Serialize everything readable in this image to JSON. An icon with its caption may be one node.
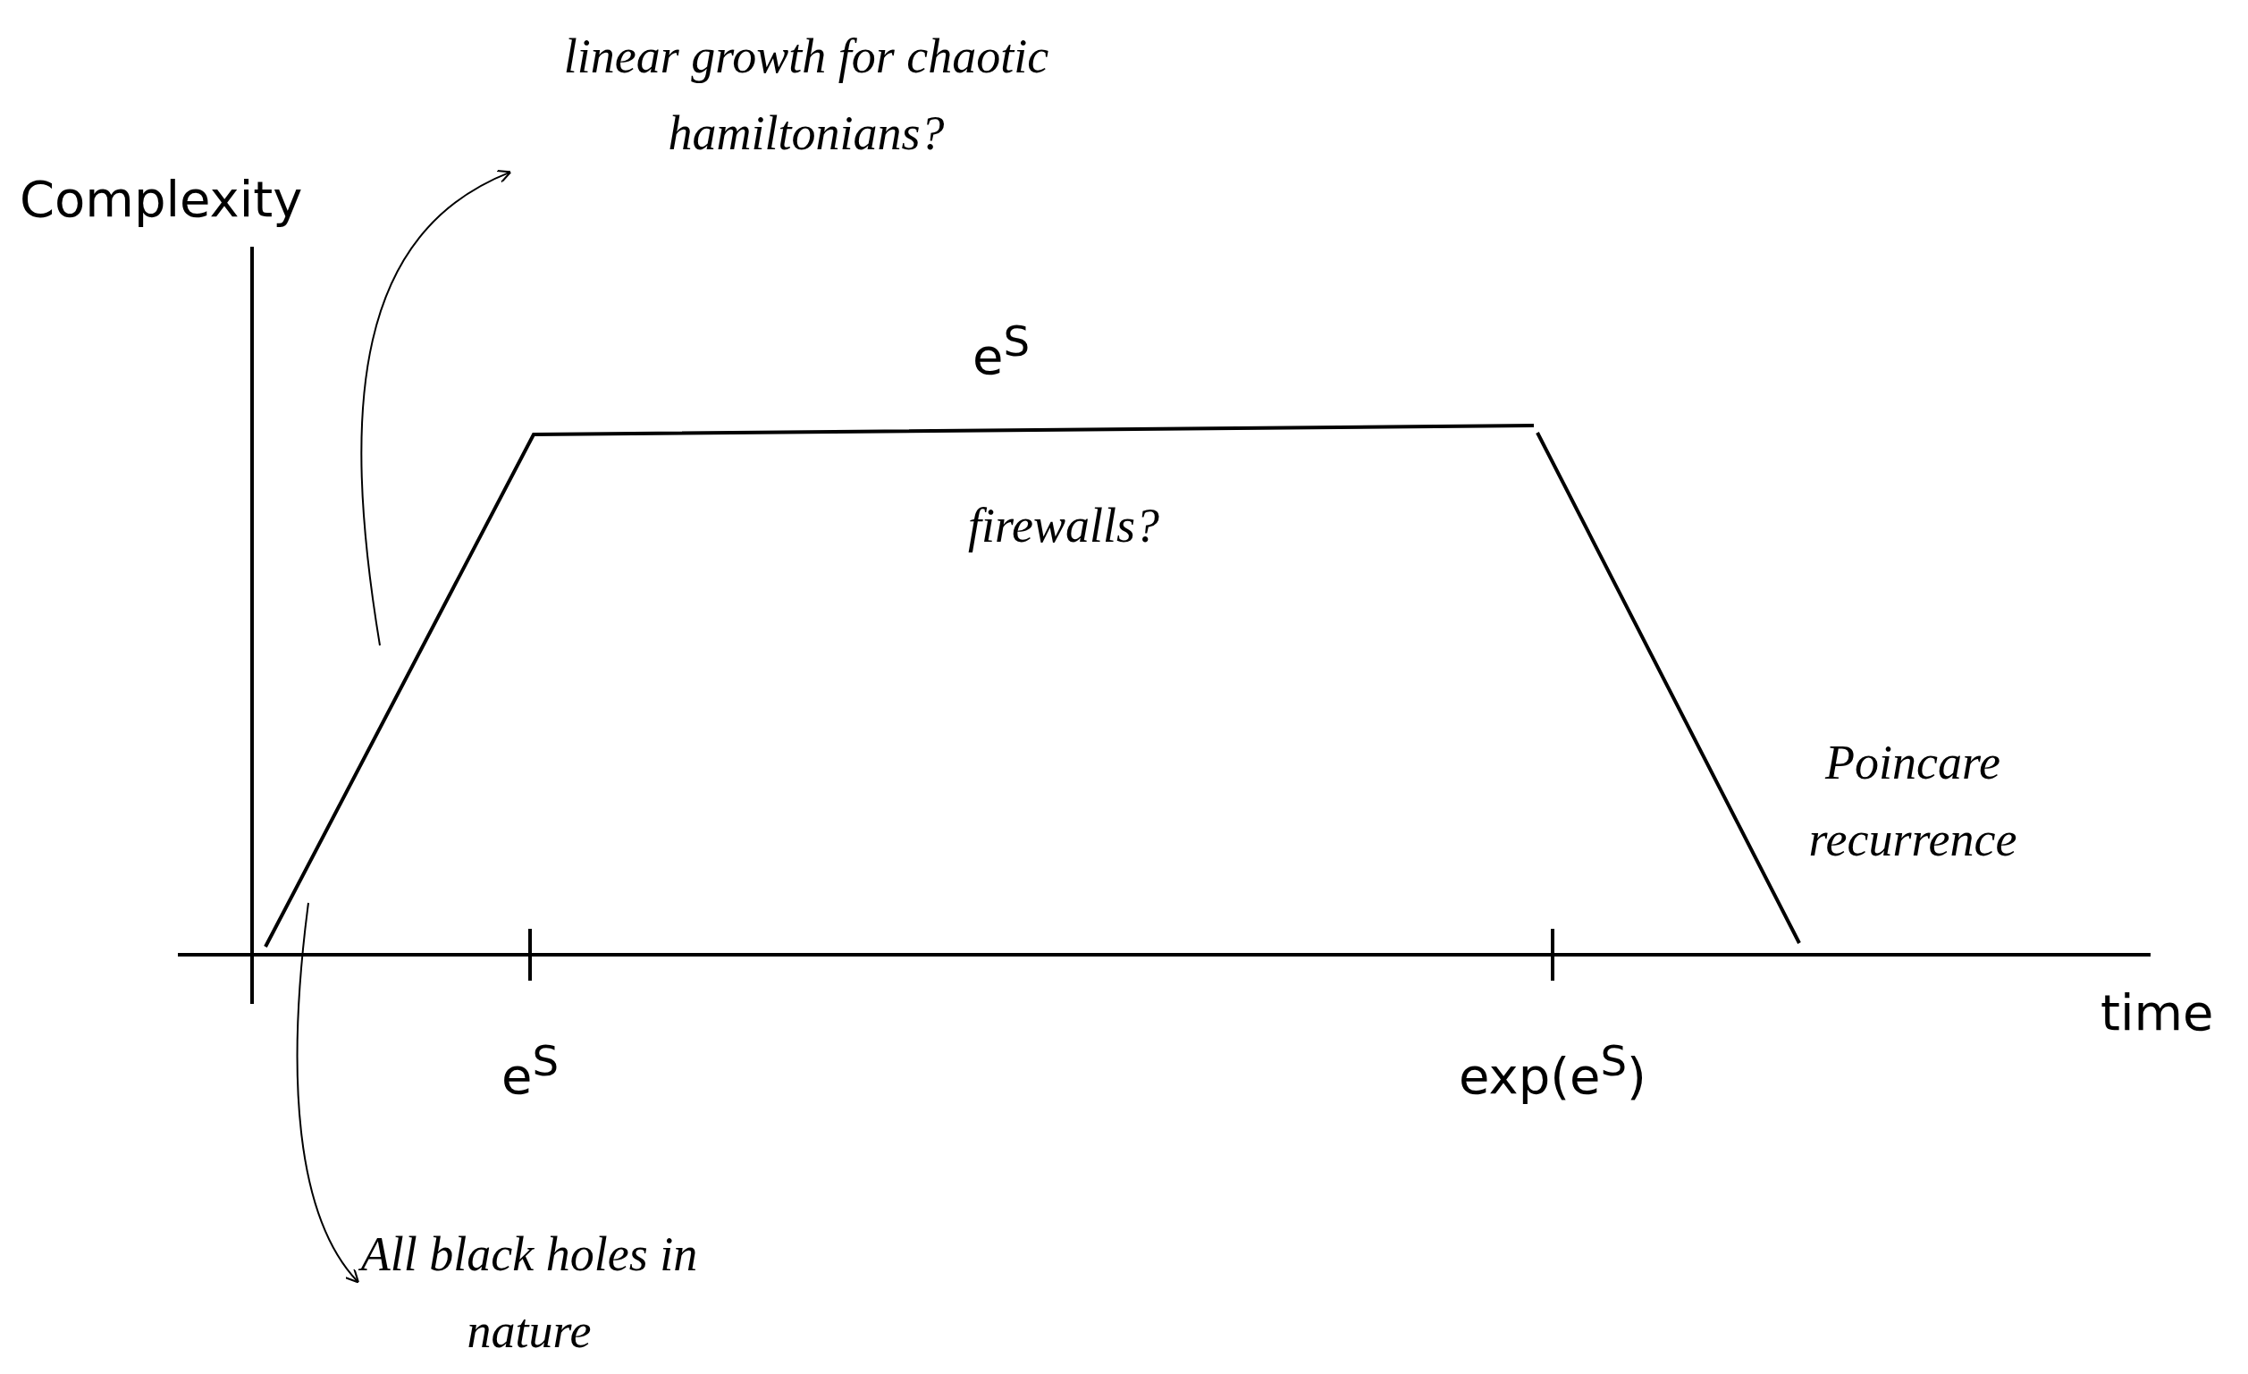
{
  "diagram": {
    "nodes": [
      {
        "text": [
          "linear growth for chaotic hamiltonians?"
        ]
      },
      {
        "text": [
          "All black holes in nature"
        ]
      }
    ],
    "edges": [
      {
        "from": null,
        "to": 0,
        "arrow": "to"
      },
      {
        "from": null,
        "to": 1,
        "arrow": "to"
      }
    ],
    "labels": [
      "Complexity",
      "e$^{S}$",
      "firewalls?",
      "Poincare recurrence",
      "time",
      "e$^{S}$",
      "exp(e$^{S}$)"
    ]
  }
}
